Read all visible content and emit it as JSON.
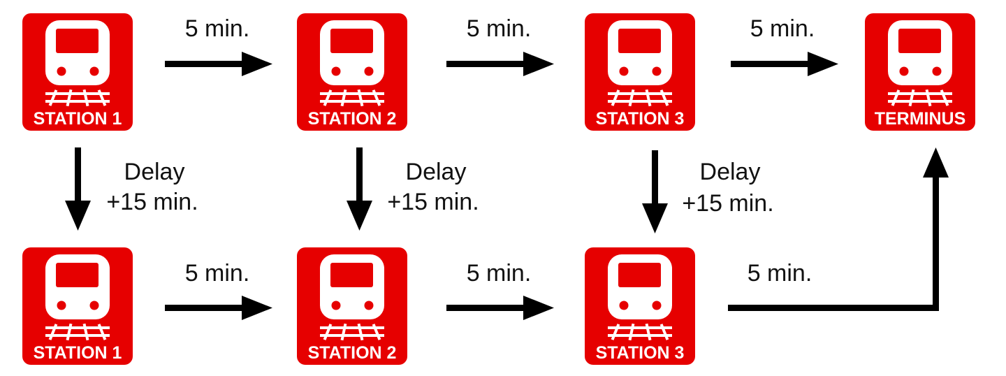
{
  "colors": {
    "station_fill": "#e60000",
    "train_fill": "#ffffff",
    "window_fill": "#e60000",
    "arrow": "#000000",
    "text": "#111111"
  },
  "icon": "train-front-icon",
  "top_row": {
    "stations": [
      {
        "label": "STATION 1"
      },
      {
        "label": "STATION 2"
      },
      {
        "label": "STATION 3"
      },
      {
        "label": "TERMINUS"
      }
    ],
    "arrow_labels": [
      "5 min.",
      "5 min.",
      "5 min."
    ]
  },
  "delays": [
    {
      "line1": "Delay",
      "line2": "+15 min."
    },
    {
      "line1": "Delay",
      "line2": "+15 min."
    },
    {
      "line1": "Delay",
      "line2": "+15 min."
    }
  ],
  "bottom_row": {
    "stations": [
      {
        "label": "STATION 1"
      },
      {
        "label": "STATION 2"
      },
      {
        "label": "STATION 3"
      }
    ],
    "arrow_labels": [
      "5 min.",
      "5 min.",
      "5 min."
    ]
  }
}
